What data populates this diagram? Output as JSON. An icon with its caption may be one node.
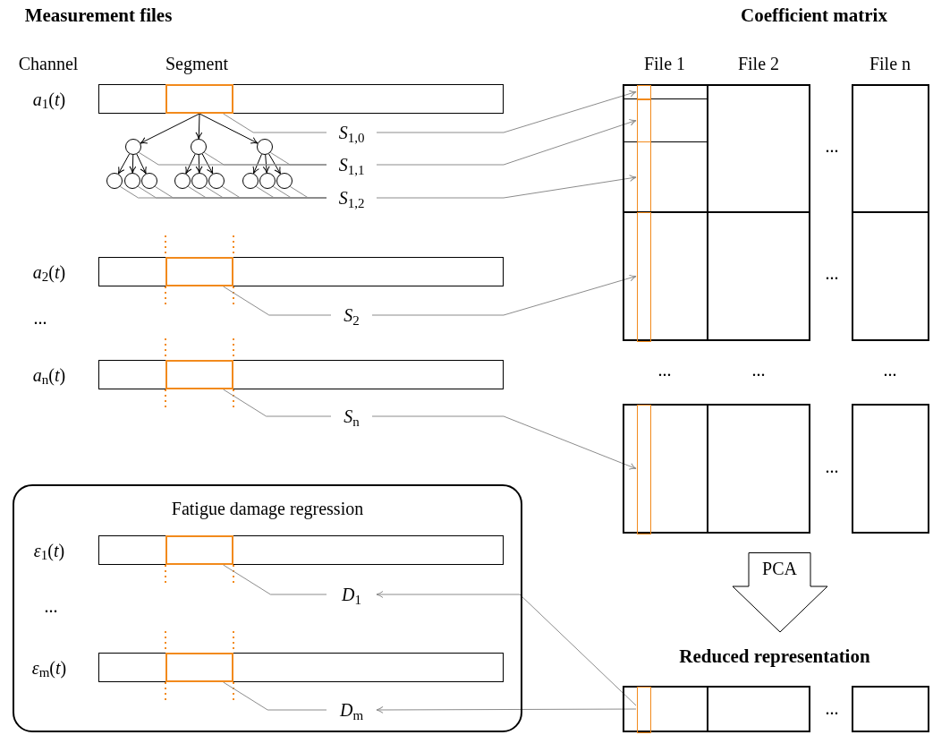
{
  "diagram": {
    "nodes": [
      {
        "text": [],
        "shape": "bar",
        "beside": [
          "*a*$_{1}$(*t*)"
        ]
      },
      {
        "text": [],
        "shape": "box",
        "in": 0
      },
      {
        "text": [],
        "shape": "circle"
      },
      {
        "text": [],
        "shape": "circle"
      },
      {
        "text": [],
        "shape": "circle"
      },
      {
        "text": [],
        "shape": "circle"
      },
      {
        "text": [],
        "shape": "circle"
      },
      {
        "text": [],
        "shape": "circle"
      },
      {
        "text": [],
        "shape": "circle"
      },
      {
        "text": [],
        "shape": "circle"
      },
      {
        "text": [],
        "shape": "circle"
      },
      {
        "text": [],
        "shape": "circle"
      },
      {
        "text": [],
        "shape": "circle"
      },
      {
        "text": [],
        "shape": "circle"
      },
      {
        "text": [
          "*S*$_{1,0}$"
        ]
      },
      {
        "text": [
          "*S*$_{1,1}$"
        ]
      },
      {
        "text": [
          "*S*$_{1,2}$"
        ]
      },
      {
        "text": [],
        "shape": "bar",
        "beside": [
          "*a*$_{2}$(*t*)"
        ]
      },
      {
        "text": [],
        "shape": "box",
        "in": 17
      },
      {
        "text": [
          "*S*$_{2}$"
        ]
      },
      {
        "text": [],
        "shape": "bar",
        "beside": [
          "*a*$_{n}$(*t*)"
        ]
      },
      {
        "text": [],
        "shape": "box",
        "in": 20
      },
      {
        "text": [
          "*S*$_{n}$"
        ]
      },
      {
        "text": [
          "Fatigue damage regression"
        ]
      },
      {
        "text": [],
        "shape": "bar",
        "in": 23,
        "beside": [
          "*ε*$_{1}$(*t*)"
        ]
      },
      {
        "text": [],
        "shape": "box",
        "in": 24
      },
      {
        "text": [
          "*D*$_{1}$"
        ],
        "in": 23
      },
      {
        "text": [],
        "shape": "bar",
        "in": 23,
        "beside": [
          "*ε*$_{m}$(*t*)"
        ]
      },
      {
        "text": [],
        "shape": "box",
        "in": 27
      },
      {
        "text": [
          "*D*$_{m}$"
        ],
        "in": 23
      },
      {
        "text": [],
        "shape": "box"
      },
      {
        "text": [],
        "shape": "bar",
        "in": 30
      },
      {
        "text": [],
        "shape": "box"
      },
      {
        "text": [],
        "shape": "bar",
        "in": 32
      },
      {
        "text": [],
        "shape": "box"
      },
      {
        "text": [],
        "shape": "bar",
        "in": 34
      },
      {
        "text": [],
        "shape": "box"
      },
      {
        "text": [],
        "shape": "box"
      },
      {
        "text": [],
        "shape": "box"
      },
      {
        "text": [],
        "shape": "bar",
        "in": 38
      },
      {
        "text": [],
        "shape": "box"
      },
      {
        "text": [],
        "shape": "box"
      },
      {
        "text": [],
        "shape": "box"
      },
      {
        "text": [],
        "shape": "bar",
        "in": 42
      },
      {
        "text": [],
        "shape": "box"
      },
      {
        "text": [],
        "shape": "box"
      },
      {
        "text": [
          "PCA"
        ]
      },
      {
        "text": [],
        "shape": "box"
      },
      {
        "text": [],
        "shape": "bar",
        "in": 47
      },
      {
        "text": [],
        "shape": "box"
      },
      {
        "text": [],
        "shape": "box"
      }
    ],
    "edges": [
      {
        "from": 1,
        "to": 2,
        "arrow": "to",
        "color": "#000000"
      },
      {
        "from": 1,
        "to": 3,
        "arrow": "to",
        "color": "#000000"
      },
      {
        "from": 1,
        "to": 4,
        "arrow": "to",
        "color": "#000000"
      },
      {
        "from": 2,
        "to": 5,
        "arrow": "to",
        "color": "#000000"
      },
      {
        "from": 2,
        "to": 6,
        "arrow": "to",
        "color": "#000000"
      },
      {
        "from": 2,
        "to": 7,
        "arrow": "to",
        "color": "#000000"
      },
      {
        "from": 3,
        "to": 8,
        "arrow": "to",
        "color": "#000000"
      },
      {
        "from": 3,
        "to": 9,
        "arrow": "to",
        "color": "#000000"
      },
      {
        "from": 3,
        "to": 10,
        "arrow": "to",
        "color": "#000000"
      },
      {
        "from": 4,
        "to": 11,
        "arrow": "to",
        "color": "#000000"
      },
      {
        "from": 4,
        "to": 12,
        "arrow": "to",
        "color": "#000000"
      },
      {
        "from": 4,
        "to": 13,
        "arrow": "to",
        "color": "#000000"
      },
      {
        "from": 1,
        "to": 14,
        "arrow": "none"
      },
      {
        "from": 2,
        "to": 15,
        "arrow": "none"
      },
      {
        "from": 3,
        "to": 15,
        "arrow": "none"
      },
      {
        "from": 4,
        "to": 15,
        "arrow": "none"
      },
      {
        "from": 5,
        "to": 16,
        "arrow": "none"
      },
      {
        "from": 6,
        "to": 16,
        "arrow": "none"
      },
      {
        "from": 7,
        "to": 16,
        "arrow": "none"
      },
      {
        "from": 8,
        "to": 16,
        "arrow": "none"
      },
      {
        "from": 9,
        "to": 16,
        "arrow": "none"
      },
      {
        "from": 10,
        "to": 16,
        "arrow": "none"
      },
      {
        "from": 11,
        "to": 16,
        "arrow": "none"
      },
      {
        "from": 12,
        "to": 16,
        "arrow": "none"
      },
      {
        "from": 13,
        "to": 16,
        "arrow": "none"
      },
      {
        "from": 14,
        "to": 31,
        "arrow": "to"
      },
      {
        "from": 15,
        "to": 33,
        "arrow": "to"
      },
      {
        "from": 16,
        "to": 35,
        "arrow": "to"
      },
      {
        "from": 18,
        "to": 19,
        "arrow": "none"
      },
      {
        "from": 19,
        "to": 39,
        "arrow": "to"
      },
      {
        "from": 21,
        "to": 22,
        "arrow": "none"
      },
      {
        "from": 22,
        "to": 43,
        "arrow": "to"
      },
      {
        "from": 25,
        "to": 26,
        "arrow": "none"
      },
      {
        "from": 28,
        "to": 29,
        "arrow": "none"
      },
      {
        "from": 48,
        "to": 26,
        "arrow": "to"
      },
      {
        "from": 48,
        "to": 29,
        "arrow": "to"
      }
    ],
    "labels": [
      "Measurement files",
      "Coefficient matrix",
      "Channel",
      "Segment",
      "File 1",
      "File 2",
      "File n",
      "...",
      "...",
      "...",
      "...",
      "...",
      "...",
      "...",
      "...",
      "Reduced representation",
      "..."
    ]
  }
}
